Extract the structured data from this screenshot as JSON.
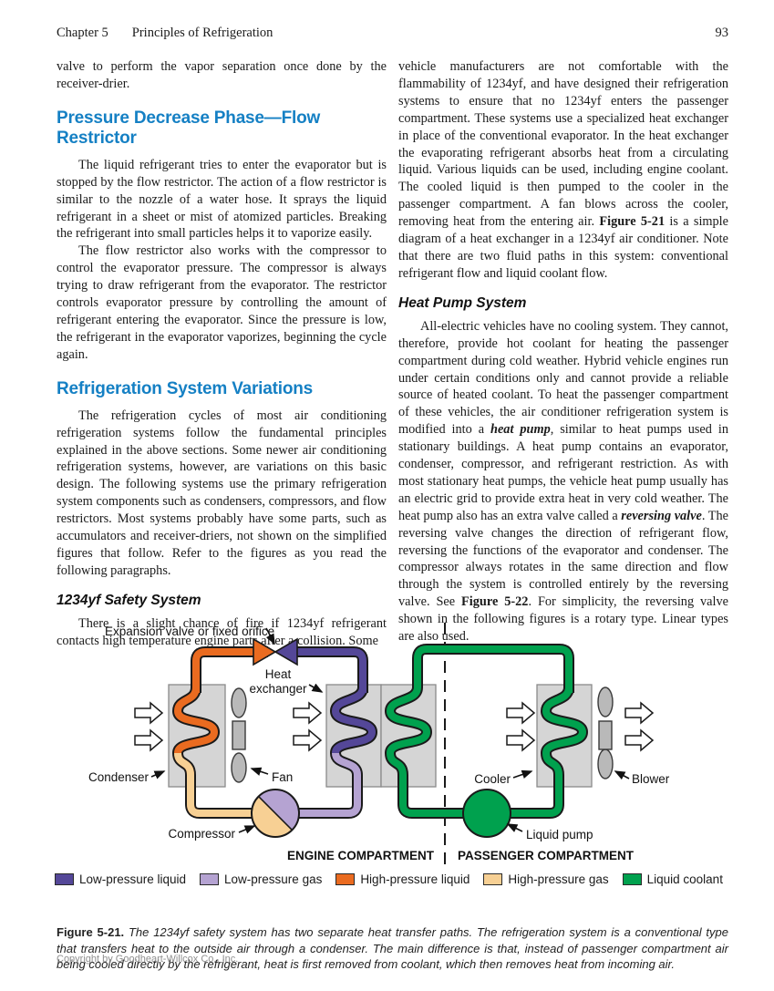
{
  "header": {
    "chapter": "Chapter 5",
    "title": "Principles of Refrigeration",
    "page_number": "93"
  },
  "left_col": {
    "p_intro": [
      "valve to perform the vapor separation once done by the receiver-drier."
    ],
    "h1": "Pressure Decrease Phase—Flow Restrictor",
    "s1p1": [
      "The liquid refrigerant tries to enter the evaporator but is stopped by the flow restrictor. The action of a flow restrictor is similar to the nozzle of a water hose. It sprays the liquid refrigerant in a sheet or mist of atomized particles. Breaking the refrigerant into small particles helps it to vaporize easily."
    ],
    "s1p2": [
      "The flow restrictor also works with the compressor to control the evaporator pressure. The compressor is always trying to draw refrigerant from the evaporator. The restrictor controls evaporator pressure by controlling the amount of refrigerant entering the evaporator. Since the pressure is low, the refrigerant in the evaporator vaporizes, beginning the cycle again."
    ],
    "h2": "Refrigeration System Variations",
    "s2p1": [
      "The refrigeration cycles of most air conditioning refrigeration systems follow the fundamental principles explained in the above sections. Some newer air conditioning refrigeration systems, however, are variations on this basic design. The following systems use the primary refrigeration system components such as condensers, compressors, and flow restrictors. Most systems probably have some parts, such as accumulators and receiver-driers, not shown on the simplified figures that follow. Refer to the figures as you read the following paragraphs."
    ],
    "h3": "1234yf Safety System",
    "s3p1": [
      "There is a slight chance of fire if 1234yf refrigerant contacts high temperature engine parts after a collision. Some"
    ]
  },
  "right_col": {
    "p1": [
      "vehicle manufacturers are not comfortable with the flammability of 1234yf, and have designed their refrigeration systems to ensure that no 1234yf enters the passenger compartment. These systems use a specialized heat exchanger in place of the conventional evaporator. In the heat exchanger the evaporating refrigerant absorbs heat from a circulating liquid. Various liquids can be used, including engine coolant. The cooled liquid is then pumped to the cooler in the passenger compartment. A fan blows across the cooler, removing heat from the entering air. ",
      {
        "b": "Figure 5-21"
      },
      " is a simple diagram of a heat exchanger in a 1234yf air conditioner. Note that there are two fluid paths in this system: conventional refrigerant flow and liquid coolant flow."
    ],
    "h1": "Heat Pump System",
    "p2": [
      "All-electric vehicles have no cooling system. They cannot, therefore, provide hot coolant for heating the passenger compartment during cold weather. Hybrid vehicle engines run under certain conditions only and cannot provide a reliable source of heated coolant. To heat the passenger compartment of these vehicles, the air conditioner refrigeration system is modified into a ",
      {
        "bi": "heat pump"
      },
      ", similar to heat pumps used in stationary buildings. A heat pump contains an evaporator, condenser, compressor, and refrigerant restriction. As with most stationary heat pumps, the vehicle heat pump usually has an electric grid to provide extra heat in very cold weather. The heat pump also has an extra valve called a ",
      {
        "bi": "reversing valve"
      },
      ". The reversing valve changes the direction of refrigerant flow, reversing the functions of the evaporator and condenser. The compressor always rotates in the same direction and flow through the system is controlled entirely by the reversing valve. See ",
      {
        "b": "Figure 5-22"
      },
      ". For simplicity, the reversing valve shown in the following figures is a rotary type. Linear types are also used."
    ]
  },
  "figure": {
    "labels": {
      "expansion_valve": "Expansion valve or fixed orifice",
      "heat_line1": "Heat",
      "heat_line2": "exchanger",
      "condenser": "Condenser",
      "fan": "Fan",
      "compressor": "Compressor",
      "cooler": "Cooler",
      "blower": "Blower",
      "liquid_pump": "Liquid pump",
      "engine_compartment": "ENGINE COMPARTMENT",
      "passenger_compartment": "PASSENGER COMPARTMENT"
    },
    "legend": [
      {
        "label": "Low-pressure liquid",
        "color": "#544798"
      },
      {
        "label": "Low-pressure gas",
        "color": "#b5a3d2"
      },
      {
        "label": "High-pressure liquid",
        "color": "#ea6b20"
      },
      {
        "label": "High-pressure gas",
        "color": "#f7d094"
      },
      {
        "label": "Liquid coolant",
        "color": "#00a14e"
      }
    ],
    "caption": {
      "bold": "Figure 5-21.",
      "text": " The 1234yf safety system has two separate heat transfer paths. The refrigeration system is a conventional type that transfers heat to the outside air through a condenser. The main difference is that, instead of passenger compartment air being cooled directly by the refrigerant, heat is first removed from coolant, which then removes heat from incoming air."
    },
    "colors": {
      "heading_blue": "#1580c4",
      "box_gray": "#d5d5d5",
      "fan_gray": "#b9b9b9"
    }
  },
  "footer": {
    "copyright": "Copyright by Goodheart-Willcox Co., Inc."
  }
}
